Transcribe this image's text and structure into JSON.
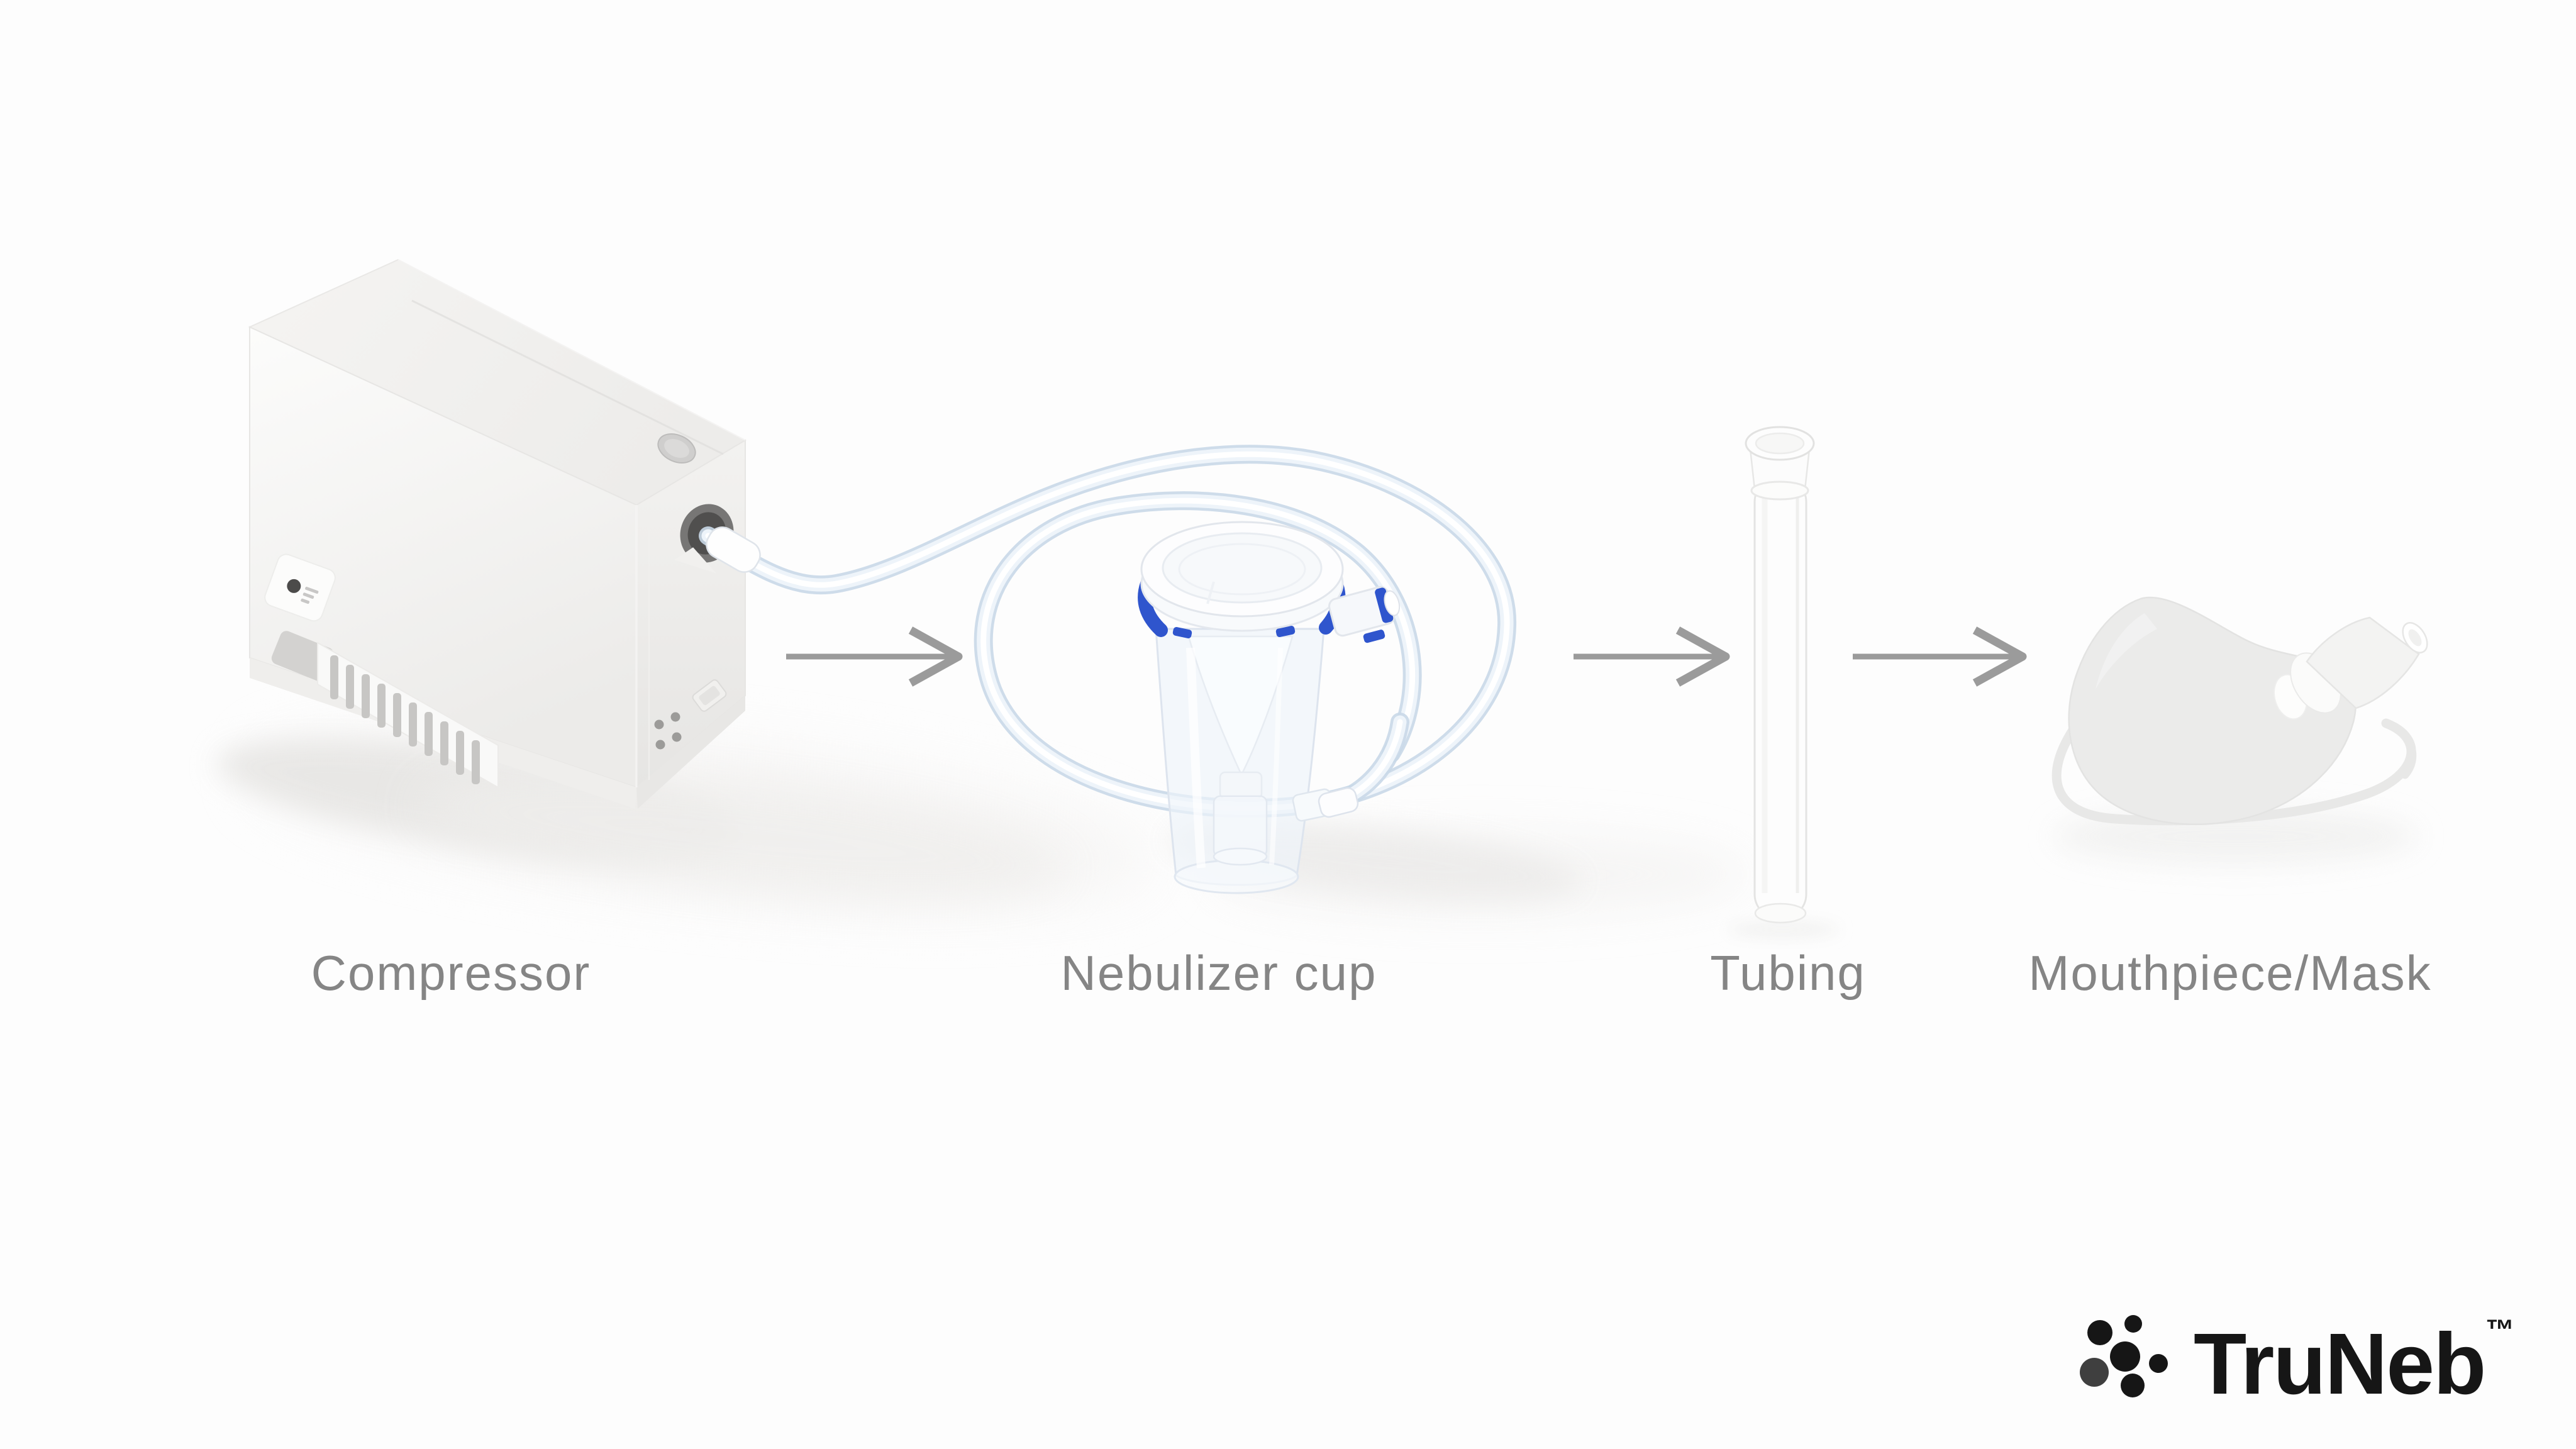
{
  "page": {
    "background": "#fdfdfd",
    "description_labels_row_y": "1574"
  },
  "diagram": {
    "flow_labels": [
      {
        "label": "Compressor"
      },
      {
        "label": "Nebulizer cup"
      },
      {
        "label": "Tubing"
      },
      {
        "label": "Mouthpiece/Mask"
      }
    ],
    "arrow_count": 3
  },
  "brand": {
    "wordmark": "TruNeb",
    "trademark_symbol": "™",
    "logo_icon": "dots-spray-icon"
  },
  "colors": {
    "background": "#fdfdfd",
    "accent_blue": "#2f55cd",
    "label_gray": "#858585",
    "arrow_gray": "#9b9b9b",
    "logo_black": "#161616"
  }
}
